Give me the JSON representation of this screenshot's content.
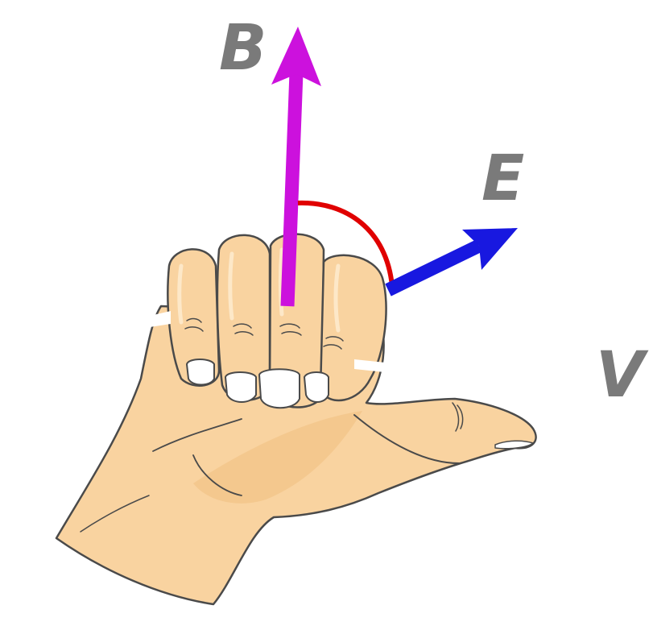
{
  "labels": {
    "b": "B",
    "e": "E",
    "v": "V"
  },
  "colors": {
    "b_vector": "#cc11dd",
    "e_vector": "#1818e0",
    "angle_arc": "#e00000",
    "label": "#7a7a7a",
    "skin": "#f9d3a0",
    "outline": "#4a4a4a"
  },
  "icons": {
    "hand": "right-hand-rule-hand"
  }
}
